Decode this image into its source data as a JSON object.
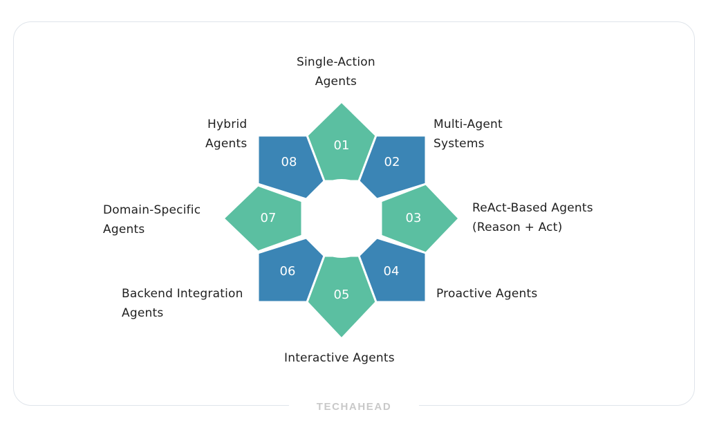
{
  "diagram": {
    "segments": [
      {
        "num": "01",
        "label_lines": [
          "Single-Action",
          "Agents"
        ],
        "color": "#5bbfa1"
      },
      {
        "num": "02",
        "label_lines": [
          "Multi-Agent",
          "Systems"
        ],
        "color": "#3b85b5"
      },
      {
        "num": "03",
        "label_lines": [
          "ReAct-Based Agents",
          "(Reason + Act)"
        ],
        "color": "#5bbfa1"
      },
      {
        "num": "04",
        "label_lines": [
          "Proactive Agents"
        ],
        "color": "#3b85b5"
      },
      {
        "num": "05",
        "label_lines": [
          "Interactive Agents"
        ],
        "color": "#5bbfa1"
      },
      {
        "num": "06",
        "label_lines": [
          "Backend Integration",
          "Agents"
        ],
        "color": "#3b85b5"
      },
      {
        "num": "07",
        "label_lines": [
          "Domain-Specific",
          "Agents"
        ],
        "color": "#5bbfa1"
      },
      {
        "num": "08",
        "label_lines": [
          "Hybrid",
          "Agents"
        ],
        "color": "#3b85b5"
      }
    ]
  },
  "footer": {
    "brand": "TECHAHEAD"
  }
}
